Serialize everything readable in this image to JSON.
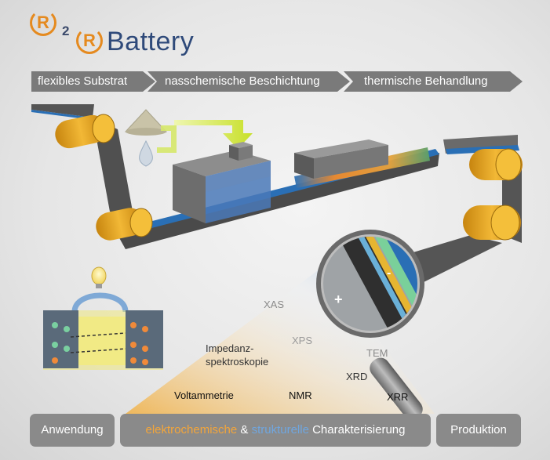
{
  "logo": {
    "r1": "R",
    "two": "2",
    "r2": "R",
    "name": "Battery"
  },
  "steps": [
    "flexibles Substrat",
    "nasschemische Beschichtung",
    "thermische Behandlung"
  ],
  "magnifier": {
    "plus": "+",
    "minus": "-"
  },
  "methods": {
    "xas": "XAS",
    "xps": "XPS",
    "impedanz": "Impedanz-\nspektroskopie",
    "tem": "TEM",
    "xrd": "XRD",
    "voltammetrie": "Voltammetrie",
    "nmr": "NMR",
    "xrr": "XRR"
  },
  "bottom": {
    "left": "Anwendung",
    "mid_part1": "elektrochemische",
    "mid_amp": " & ",
    "mid_part2": "strukturelle",
    "mid_part3": " Charakterisierung",
    "right": "Produktion"
  },
  "colors": {
    "accent": "#e58a1f",
    "brand": "#2f4a7a",
    "substrate": "#2a6fb5",
    "step_bg": "#7a7a7a",
    "roller": "#e6a21a"
  }
}
